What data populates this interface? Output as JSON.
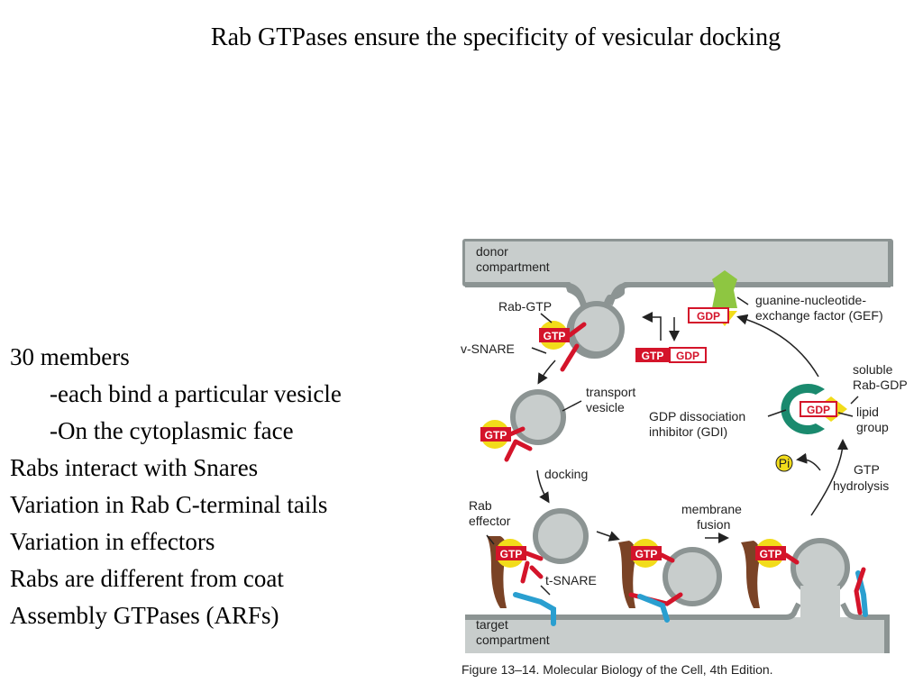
{
  "slide": {
    "title": "Rab GTPases ensure the specificity of vesicular docking",
    "bullets": [
      {
        "text": "30 members",
        "indent": false
      },
      {
        "text": "-each bind a particular vesicle",
        "indent": true
      },
      {
        "text": "-On the cytoplasmic face",
        "indent": true
      },
      {
        "text": "Rabs interact with Snares",
        "indent": false
      },
      {
        "text": "Variation in Rab C-terminal tails",
        "indent": false
      },
      {
        "text": "Variation in effectors",
        "indent": false
      },
      {
        "text": "Rabs are different from coat",
        "indent": false
      },
      {
        "text": "Assembly GTPases (ARFs)",
        "indent": false
      }
    ]
  },
  "figure": {
    "labels": {
      "donor_1": "donor",
      "donor_2": "compartment",
      "rab_gtp": "Rab-GTP",
      "v_snare": "v-SNARE",
      "transport_1": "transport",
      "transport_2": "vesicle",
      "docking": "docking",
      "rab_effector_1": "Rab",
      "rab_effector_2": "effector",
      "t_snare": "t-SNARE",
      "membrane_fusion_1": "membrane",
      "membrane_fusion_2": "fusion",
      "target_1": "target",
      "target_2": "compartment",
      "gef_1": "guanine-nucleotide-",
      "gef_2": "exchange factor (GEF)",
      "soluble_1": "soluble",
      "soluble_2": "Rab-GDP",
      "gdi_1": "GDP dissociation",
      "gdi_2": "inhibitor (GDI)",
      "lipid_1": "lipid",
      "lipid_2": "group",
      "gtp_hydrolysis_1": "GTP",
      "gtp_hydrolysis_2": "hydrolysis",
      "pi": "Pi",
      "gtp_tag": "GTP",
      "gdp_tag": "GDP"
    },
    "caption": "Figure 13–14. Molecular Biology of the Cell, 4th Edition.",
    "colors": {
      "membrane_fill": "#c8cdcc",
      "membrane_edge": "#8c9493",
      "gtp_red": "#d4142a",
      "rab_yellow": "#f2dc1a",
      "effector_brown": "#7a4326",
      "t_snare_blue": "#2a9fd0",
      "gdi_green": "#1a8a6e",
      "gef_green": "#8ec641"
    }
  }
}
